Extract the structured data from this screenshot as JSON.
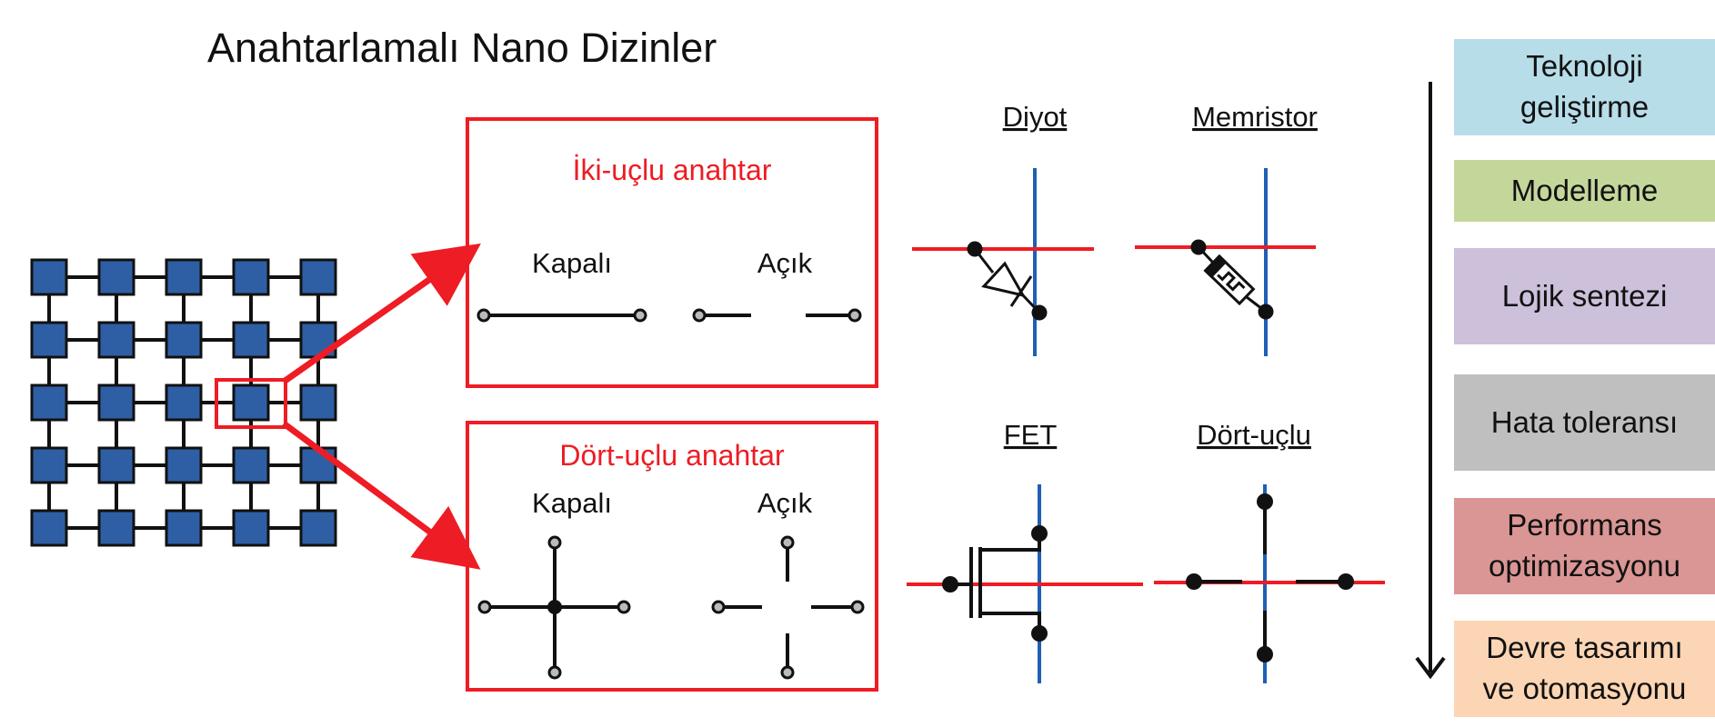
{
  "title": "Anahtarlamalı Nano Dizinler",
  "two_terminal": {
    "title": "İki-uçlu anahtar",
    "closed": "Kapalı",
    "open": "Açık"
  },
  "four_terminal": {
    "title": "Dört-uçlu anahtar",
    "closed": "Kapalı",
    "open": "Açık"
  },
  "devices": {
    "diode": "Diyot",
    "memristor": "Memristor",
    "fet": "FET",
    "four_terminal": "Dört-uçlu"
  },
  "stages": [
    {
      "line1": "Teknoloji",
      "line2": "geliştirme",
      "color": "#B7DDE8"
    },
    {
      "line1": "Modelleme",
      "line2": "",
      "color": "#C4D79B"
    },
    {
      "line1": "Lojik sentezi",
      "line2": "",
      "color": "#CCC0DA"
    },
    {
      "line1": "Hata toleransı",
      "line2": "",
      "color": "#BFBFBF"
    },
    {
      "line1": "Performans",
      "line2": "optimizasyonu",
      "color": "#DA9694"
    },
    {
      "line1": "Devre tasarımı",
      "line2": "ve otomasyonu",
      "color": "#FCD5B4"
    }
  ],
  "colors": {
    "accent_red": "#EE1C24",
    "node_blue": "#2E5FA5",
    "wire_blue": "#1F5FB4",
    "wire_red": "#EE1C24"
  }
}
